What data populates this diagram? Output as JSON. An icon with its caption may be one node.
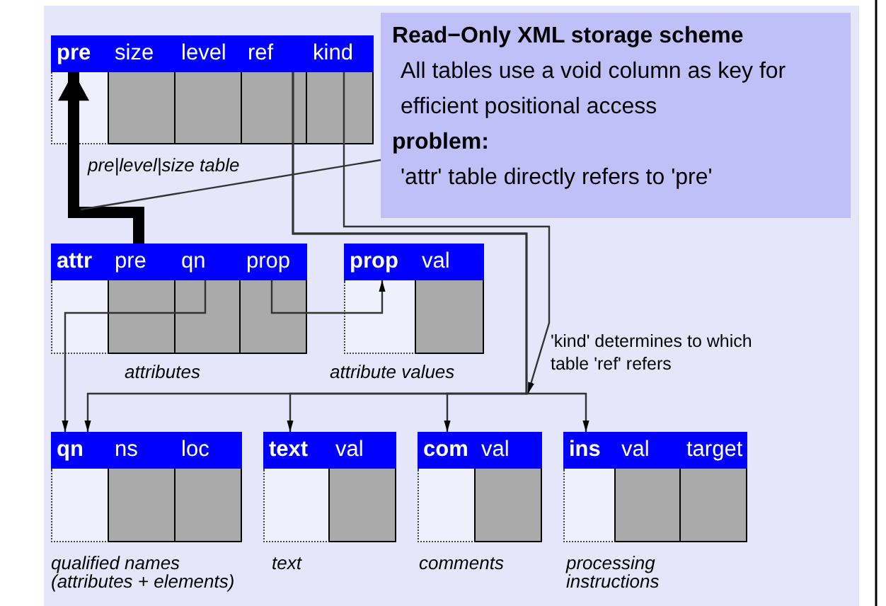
{
  "diagram": {
    "nodes": [
      {
        "text": [
          "pre",
          "size",
          "level",
          "ref",
          "kind"
        ],
        "beside": [
          "pre|level|size table"
        ]
      },
      {
        "text": [
          "Read−Only XML storage scheme",
          "All tables use a void column as key for efficient positional access",
          "problem:",
          "'attr' table directly refers to 'pre'"
        ]
      },
      {
        "text": [
          "attr",
          "pre",
          "qn",
          "prop"
        ],
        "beside": [
          "attributes"
        ]
      },
      {
        "text": [
          "prop",
          "val"
        ],
        "beside": [
          "attribute values"
        ]
      },
      {
        "text": [
          "qn",
          "ns",
          "loc"
        ],
        "beside": [
          "qualified names (attributes + elements)"
        ]
      },
      {
        "text": [
          "text",
          "val"
        ],
        "beside": [
          "text"
        ]
      },
      {
        "text": [
          "com",
          "val"
        ],
        "beside": [
          "comments"
        ]
      },
      {
        "text": [
          "ins",
          "val",
          "target"
        ],
        "beside": [
          "processing instructions"
        ]
      }
    ],
    "edges": [
      {
        "from": 2,
        "to": 0,
        "arrow": "to",
        "style": "thick"
      },
      {
        "from": 1,
        "to": null,
        "arrow": "none"
      },
      {
        "from": 2,
        "to": 4,
        "arrow": "to"
      },
      {
        "from": 2,
        "to": 3,
        "arrow": "to"
      },
      {
        "from": 0,
        "to": 4,
        "arrow": "to"
      },
      {
        "from": 0,
        "to": 5,
        "arrow": "to"
      },
      {
        "from": 0,
        "to": 6,
        "arrow": "to"
      },
      {
        "from": 0,
        "to": 7,
        "arrow": "to"
      },
      {
        "from": 0,
        "to": null,
        "arrow": "to",
        "label": "'kind' determines to which table 'ref' refers"
      }
    ]
  }
}
